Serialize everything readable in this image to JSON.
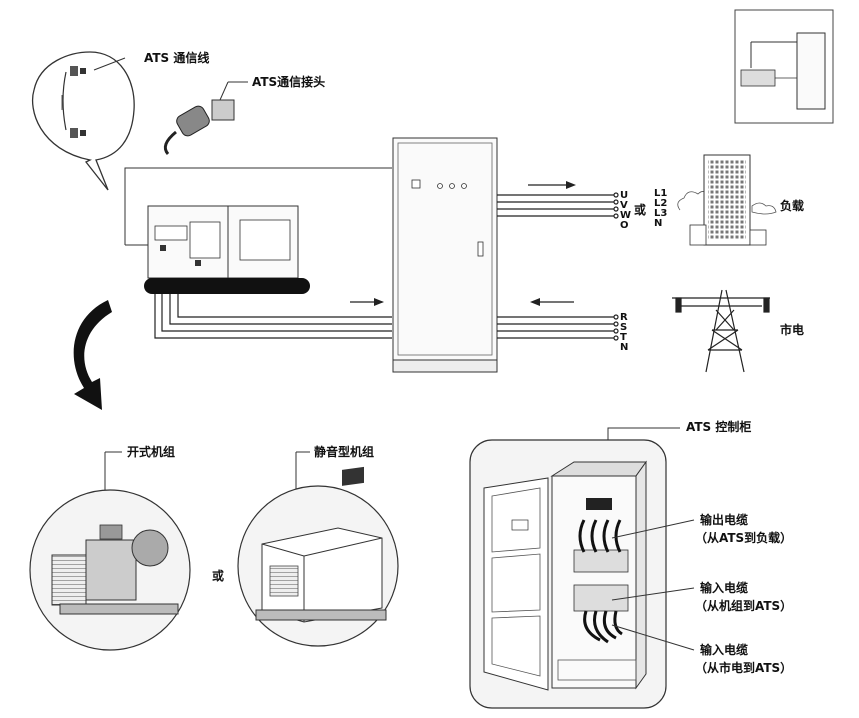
{
  "labels": {
    "ats_comm_line": "ATS 通信线",
    "ats_comm_connector": "ATS通信接头",
    "output_terminals": [
      "U",
      "V",
      "W",
      "O"
    ],
    "load_terminals": [
      "L1",
      "L2",
      "L3",
      "N"
    ],
    "mains_terminals": [
      "R",
      "S",
      "T",
      "N"
    ],
    "or_output": "或",
    "load": "负载",
    "mains": "市电",
    "open_genset": "开式机组",
    "silent_genset": "静音型机组",
    "or_genset": "或",
    "ats_cabinet": "ATS 控制柜",
    "output_cable": "输出电缆",
    "output_cable_note": "（从ATS到负载）",
    "input_cable_genset": "输入电缆",
    "input_cable_genset_note": "（从机组到ATS）",
    "input_cable_mains": "输入电缆",
    "input_cable_mains_note": "（从市电到ATS）"
  },
  "colors": {
    "line": "#222222",
    "panel_fill": "#f4f4f4",
    "circle_fill": "#f2f2f2",
    "base_fill": "#111111"
  }
}
